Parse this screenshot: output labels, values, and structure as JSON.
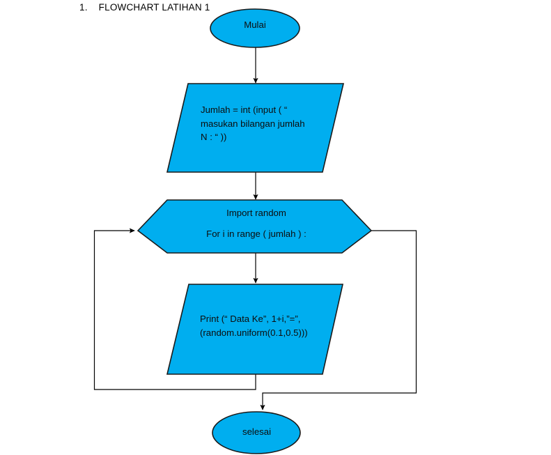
{
  "heading": {
    "number": "1.",
    "text": "FLOWCHART LATIHAN 1"
  },
  "colors": {
    "node_fill": "#00AEEF",
    "node_stroke": "#000000",
    "connector": "#000000",
    "background": "#FFFFFF",
    "text": "#0D0D0D"
  },
  "diagram": {
    "type": "flowchart",
    "nodes": [
      {
        "id": "start",
        "shape": "ellipse",
        "label": "Mulai"
      },
      {
        "id": "input-jumlah",
        "shape": "parallelogram",
        "label": "Jumlah = int (input ( “\nmasukan bilangan jumlah\nN : “ ))"
      },
      {
        "id": "loop",
        "shape": "hexagon",
        "label_line_1": "Import random",
        "label_line_2": "For i in range ( jumlah ) :"
      },
      {
        "id": "print-data",
        "shape": "parallelogram",
        "label": "Print (“ Data Ke”, 1+i,”=”,\n(random.uniform(0.1,0.5)))"
      },
      {
        "id": "end",
        "shape": "ellipse",
        "label": "selesai"
      }
    ],
    "connectors": [
      {
        "id": "start-to-input",
        "from": "start",
        "to": "input-jumlah",
        "arrow": true
      },
      {
        "id": "input-to-loop",
        "from": "input-jumlah",
        "to": "loop",
        "arrow": true
      },
      {
        "id": "loop-to-print",
        "from": "loop",
        "to": "print-data",
        "arrow": true
      },
      {
        "id": "print-back-to-loop",
        "from": "print-data",
        "to": "loop",
        "arrow": true
      },
      {
        "id": "loop-exit-to-end",
        "from": "loop",
        "to": "end",
        "arrow": true
      }
    ]
  }
}
